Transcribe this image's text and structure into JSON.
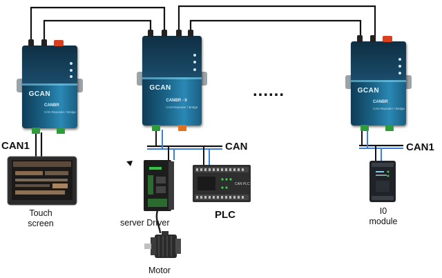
{
  "labels": {
    "can1_left": "CAN1",
    "can_mid": "CAN",
    "can1_right": "CAN1",
    "touch_screen_line1": "Touch",
    "touch_screen_line2": "screen",
    "server_driver": "server Driver",
    "plc": "PLC",
    "motor": "Motor",
    "io_module_line1": "I0",
    "io_module_line2": "module",
    "ellipsis": "......"
  },
  "gateways": [
    {
      "brand": "GCAN",
      "model": "CANBR",
      "sub": "CAN Repeater / Bridge"
    },
    {
      "brand": "GCAN",
      "model": "CANBR - II",
      "sub": "CAN Repeater / Bridge"
    },
    {
      "brand": "GCAN",
      "model": "CANBR",
      "sub": "CAN Repeater / Bridge"
    }
  ],
  "plc_device": {
    "model": "CAN PLC"
  },
  "colors": {
    "wire_black": "#111111",
    "wire_blue": "#3b7fd6",
    "gateway_blue": "#1a6387",
    "terminal_green": "#2f9b3a",
    "terminal_orange": "#e4711d",
    "power_red": "#d9401f"
  }
}
